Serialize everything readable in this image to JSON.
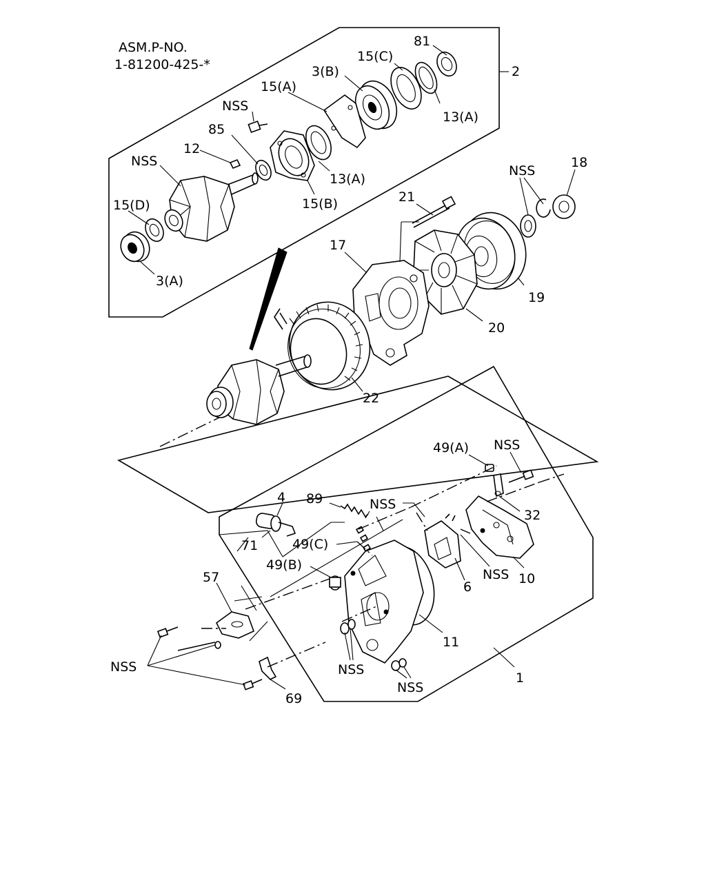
{
  "header": {
    "line1": "ASM.P-NO.",
    "line2": "1-81200-425-*"
  },
  "labels": {
    "p81": "81",
    "p15c": "15(C)",
    "p3b": "3(B)",
    "p2": "2",
    "p15a": "15(A)",
    "p13a_top": "13(A)",
    "nss_a": "NSS",
    "p85": "85",
    "p12": "12",
    "nss_rotor": "NSS",
    "p13a_mid": "13(A)",
    "p15d": "15(D)",
    "p15b": "15(B)",
    "p3a": "3(A)",
    "nss_pulley": "NSS",
    "p18": "18",
    "p21": "21",
    "p17": "17",
    "p19": "19",
    "p20": "20",
    "p22": "22",
    "p49a": "49(A)",
    "nss_top_right": "NSS",
    "p4": "4",
    "p89": "89",
    "nss_mid": "NSS",
    "p32": "32",
    "p71": "71",
    "p49c": "49(C)",
    "p49b": "49(B)",
    "nss_brush": "NSS",
    "p10": "10",
    "p57": "57",
    "p6": "6",
    "p11": "11",
    "nss_left": "NSS",
    "nss_bottom_a": "NSS",
    "nss_bottom_b": "NSS",
    "p1": "1",
    "p69": "69"
  }
}
